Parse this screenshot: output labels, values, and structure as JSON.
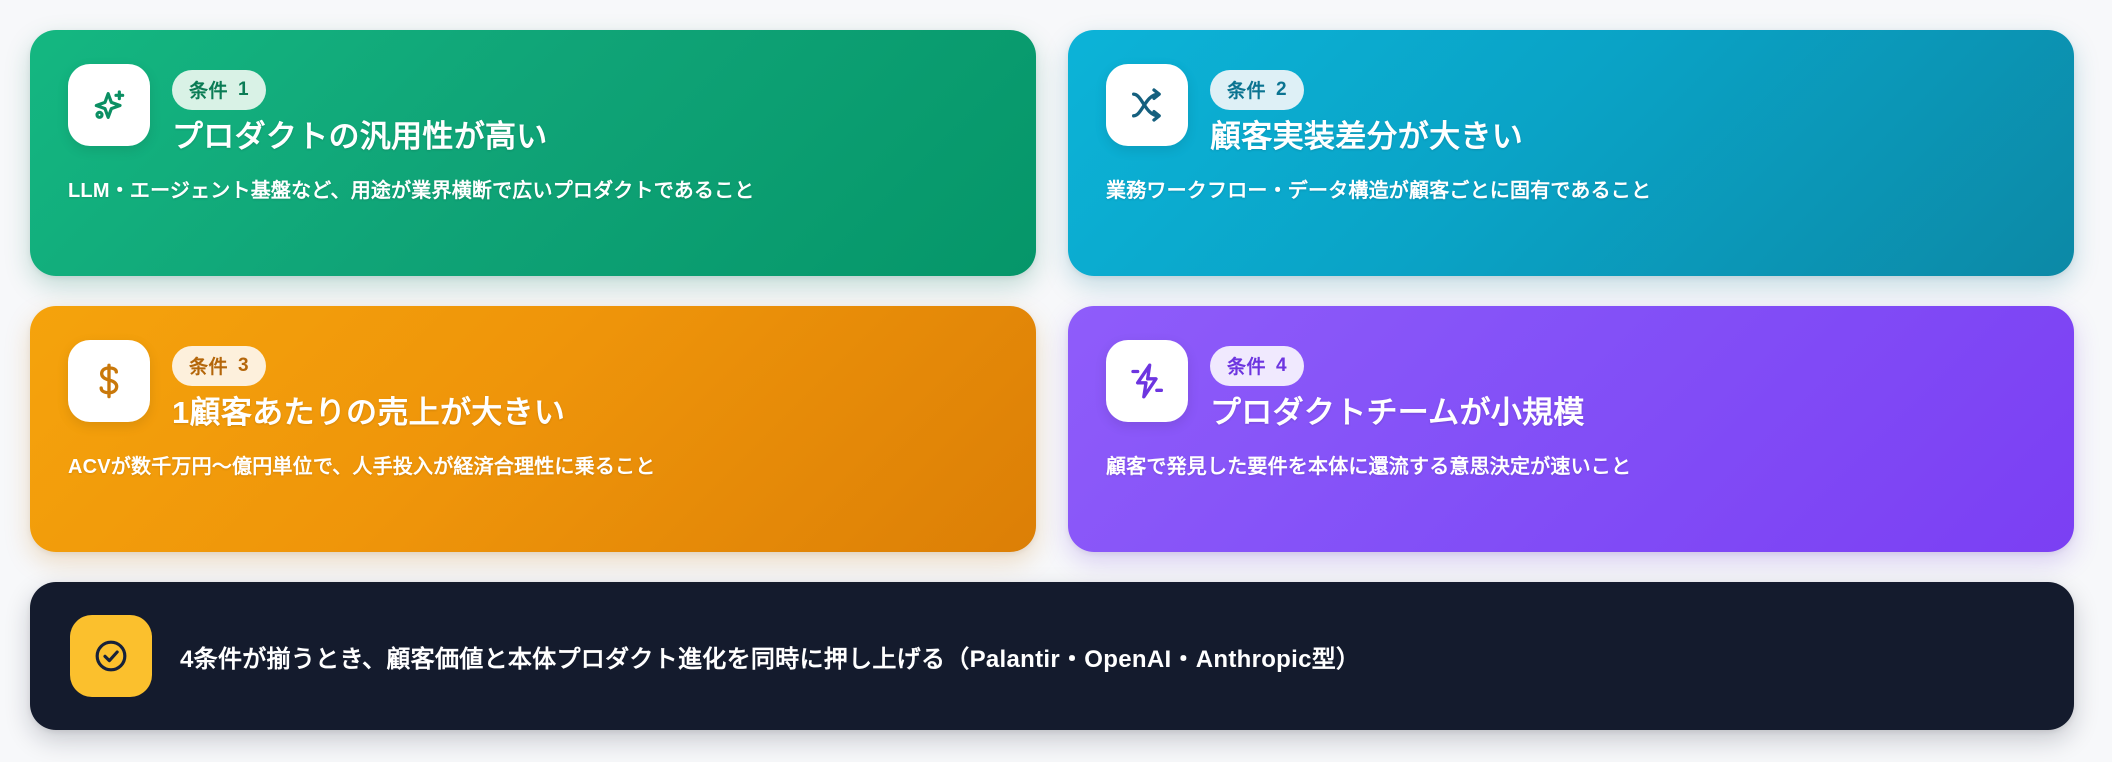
{
  "theme": {
    "background": "#f7f8fa",
    "card_colors": [
      "#10a477",
      "#0aa3c6",
      "#ef950a",
      "#8350f7"
    ],
    "footer_background": "#141b2d",
    "footer_icon_color": "#fbc02d"
  },
  "cards": [
    {
      "id": "condition-1",
      "icon": "sparkle-icon",
      "badge_label": "条件",
      "badge_number": "1",
      "title": "プロダクトの汎用性が高い",
      "subtitle": "LLM・エージェント基盤など、用途が業界横断で広いプロダクトであること"
    },
    {
      "id": "condition-2",
      "icon": "shuffle-icon",
      "badge_label": "条件",
      "badge_number": "2",
      "title": "顧客実装差分が大きい",
      "subtitle": "業務ワークフロー・データ構造が顧客ごとに固有であること"
    },
    {
      "id": "condition-3",
      "icon": "dollar-sign-icon",
      "badge_label": "条件",
      "badge_number": "3",
      "title": "1顧客あたりの売上が大きい",
      "subtitle": "ACVが数千万円〜億円単位で、人手投入が経済合理性に乗ること"
    },
    {
      "id": "condition-4",
      "icon": "lightning-bolt-icon",
      "badge_label": "条件",
      "badge_number": "4",
      "title": "プロダクトチームが小規模",
      "subtitle": "顧客で発見した要件を本体に還流する意思決定が速いこと"
    }
  ],
  "footer": {
    "icon": "check-circle-icon",
    "text": "4条件が揃うとき、顧客価値と本体プロダクト進化を同時に押し上げる（Palantir・OpenAI・Anthropic型）"
  }
}
